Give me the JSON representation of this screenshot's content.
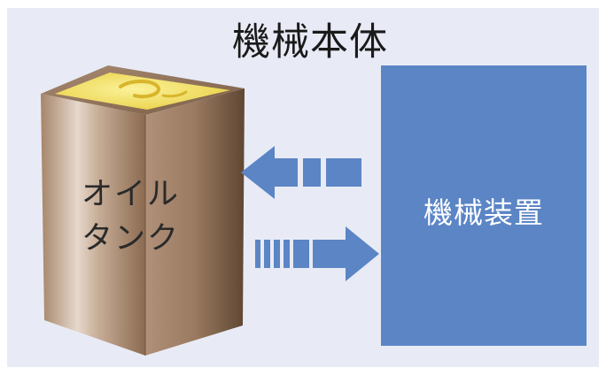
{
  "title": "機械本体",
  "tank": {
    "label_line1": "オイル",
    "label_line2": "タンク"
  },
  "device": {
    "label": "機械装置"
  },
  "colors": {
    "background": "#e8ebf5",
    "device": "#5b85c5",
    "arrow": "#5b85c5",
    "oil": "#f3e35a",
    "tank": "#b4947c"
  },
  "arrows": [
    {
      "direction": "left",
      "from": "device",
      "to": "tank"
    },
    {
      "direction": "right",
      "from": "tank",
      "to": "device"
    }
  ]
}
